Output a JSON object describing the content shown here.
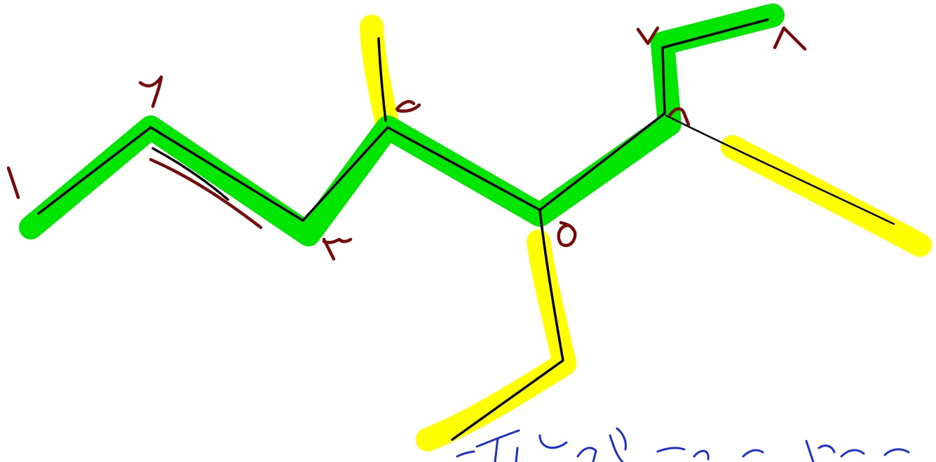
{
  "colors": {
    "main_chain_highlight": "#00e600",
    "branch_highlight": "#ffff00",
    "bond_line": "#000000",
    "numeral_ink": "#7a0a0a",
    "note_ink": "#1a2fd6",
    "background": "#ffffff"
  },
  "numbering": [
    "1",
    "2",
    "3",
    "4",
    "5",
    "6",
    "7",
    "8"
  ]
}
